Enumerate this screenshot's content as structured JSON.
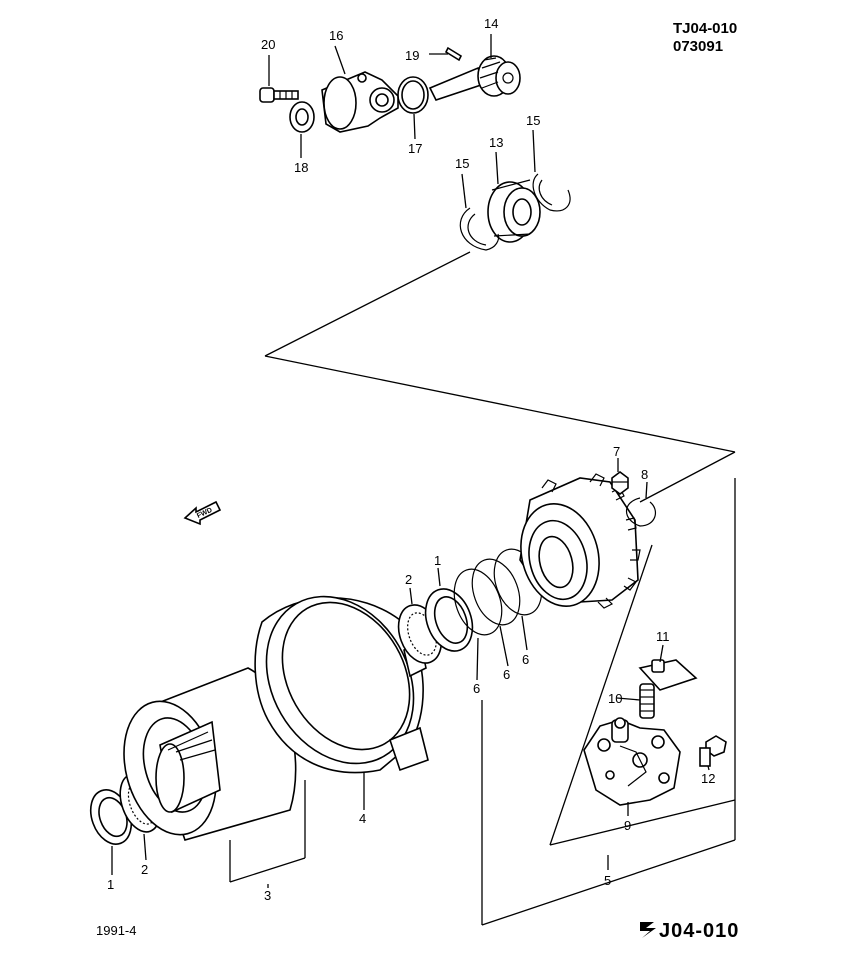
{
  "header": {
    "line1": "TJ04-010",
    "line2": "073091"
  },
  "footer": {
    "date": "1991-4",
    "logo": "S",
    "code": "J04-010"
  },
  "fwd_arrow": {
    "text": "FWD"
  },
  "callouts": {
    "c1a": "1",
    "c1b": "1",
    "c2a": "2",
    "c2b": "2",
    "c3": "3",
    "c4": "4",
    "c5": "5",
    "c6a": "6",
    "c6b": "6",
    "c6c": "6",
    "c7": "7",
    "c8": "8",
    "c9": "9",
    "c10": "10",
    "c11": "11",
    "c12": "12",
    "c13": "13",
    "c14": "14",
    "c15a": "15",
    "c15b": "15",
    "c16": "16",
    "c17": "17",
    "c18": "18",
    "c19": "19",
    "c20": "20"
  }
}
